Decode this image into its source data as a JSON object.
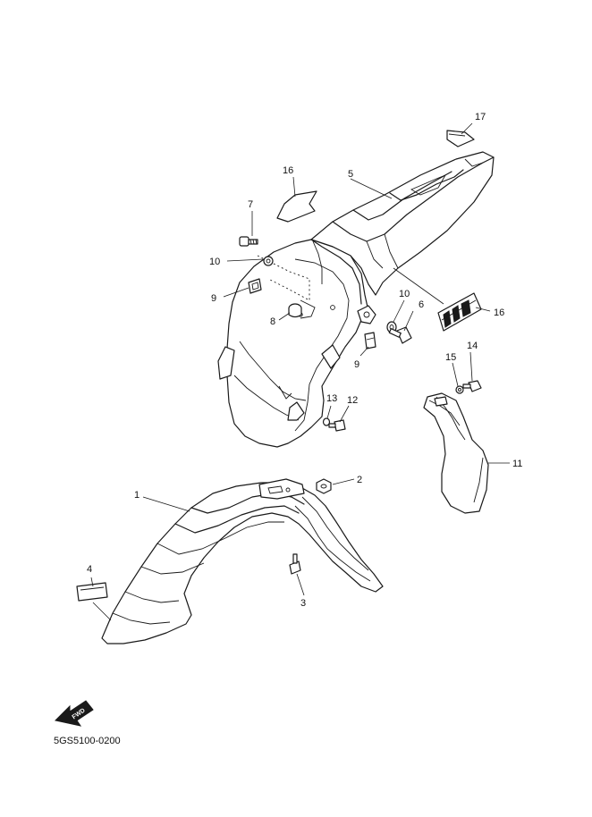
{
  "callouts": {
    "c1": "1",
    "c2": "2",
    "c3": "3",
    "c4": "4",
    "c5": "5",
    "c6": "6",
    "c7": "7",
    "c8": "8",
    "c9a": "9",
    "c9b": "9",
    "c10a": "10",
    "c10b": "10",
    "c11": "11",
    "c12": "12",
    "c13": "13",
    "c14": "14",
    "c15": "15",
    "c16a": "16",
    "c16b": "16",
    "c17": "17"
  },
  "fwd_label": "FWD",
  "diagram_code": "5GS5100-0200"
}
